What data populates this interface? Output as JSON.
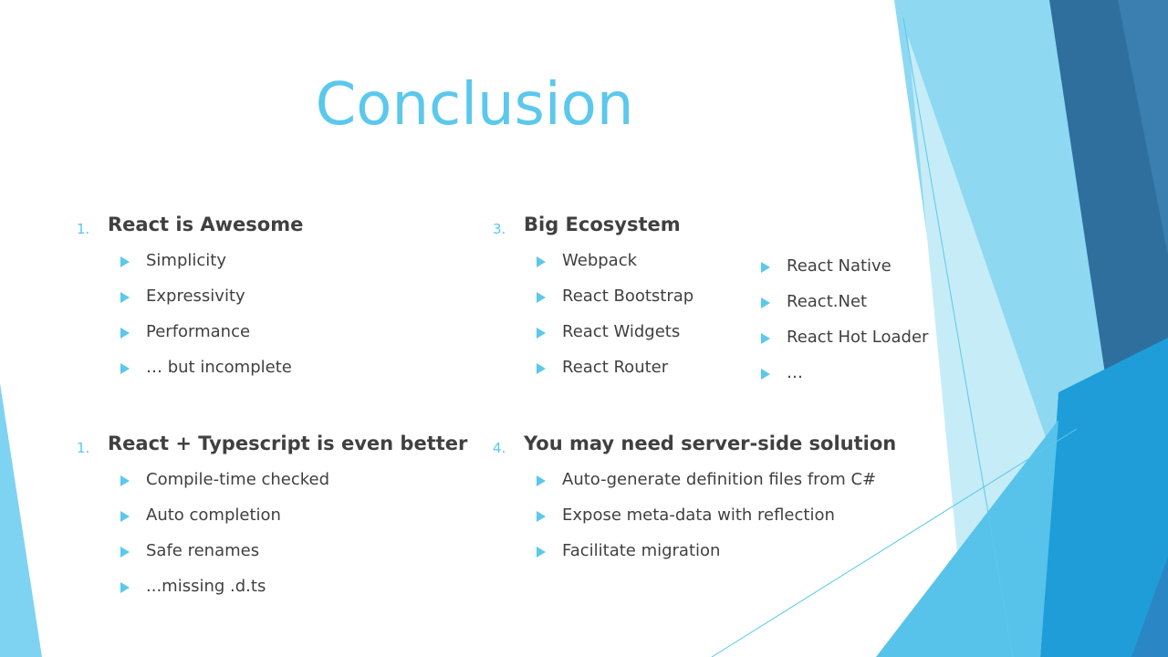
{
  "title": "Conclusion",
  "sections": [
    {
      "number": "1.",
      "heading": "React is Awesome",
      "bullets": [
        "Simplicity",
        "Expressivity",
        "Performance",
        "… but incomplete"
      ]
    },
    {
      "number": "1.",
      "heading": "React + Typescript is even better",
      "bullets": [
        "Compile-time checked",
        "Auto completion",
        "Safe renames",
        "...missing .d.ts"
      ]
    },
    {
      "number": "3.",
      "heading": "Big Ecosystem",
      "bullets": [
        "Webpack",
        "React Bootstrap",
        "React Widgets",
        "React Router"
      ],
      "bullets_extra": [
        "React Native",
        "React.Net",
        "React Hot Loader",
        "…"
      ]
    },
    {
      "number": "4.",
      "heading": "You may need server-side solution",
      "bullets": [
        "Auto-generate definition files from C#",
        "Expose meta-data with reflection",
        "Facilitate migration"
      ]
    }
  ],
  "colors": {
    "accent": "#5bc8ec",
    "text": "#404040",
    "deep_blue": "#2e6f9e",
    "mid_blue": "#1e9dd8",
    "light_blue": "#7fd3f2"
  }
}
